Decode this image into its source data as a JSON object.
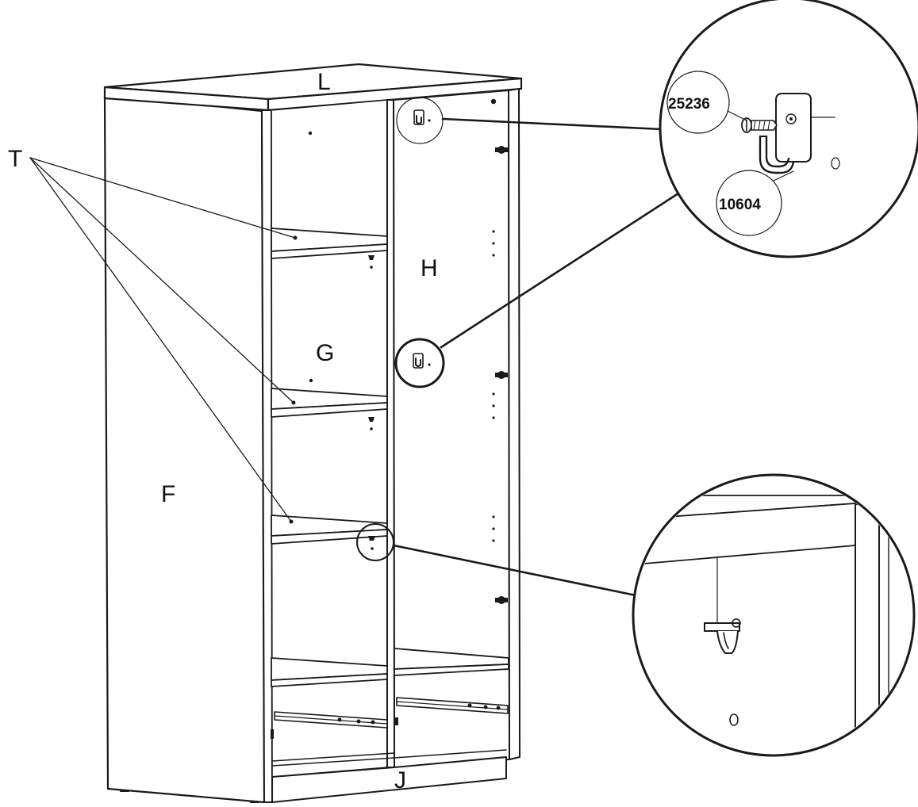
{
  "labels": {
    "top_panel": "L",
    "shelves": "T",
    "side_panel": "F",
    "shelf_section": "G",
    "door": "H",
    "bottom_rail": "J"
  },
  "hardware": {
    "screw_code": "25236",
    "hook_code": "10604"
  },
  "colors": {
    "line": "#1a1a1a",
    "background": "#ffffff"
  }
}
